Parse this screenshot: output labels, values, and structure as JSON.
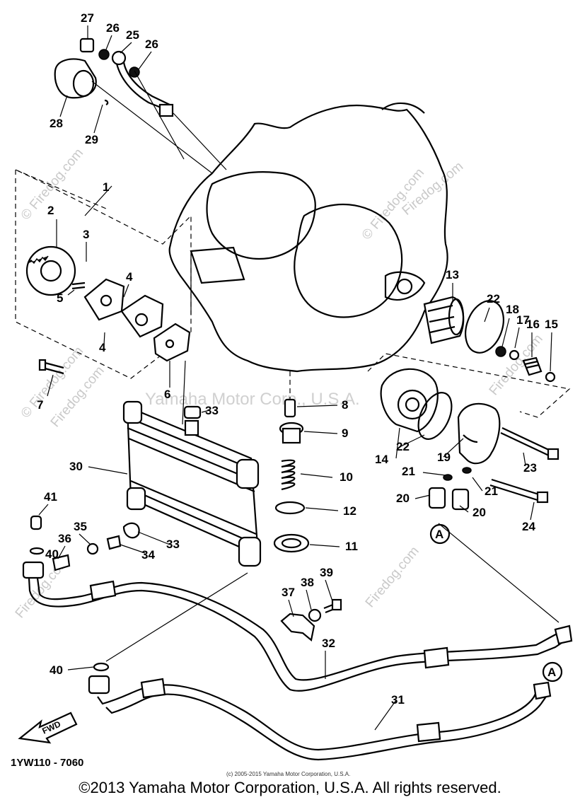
{
  "watermarks": {
    "center": "Yamaha Motor Corp., U.S.A.",
    "left_upper": "© Firedog.com",
    "left_mid": "© Firedog.com",
    "right_upper": "© Firedog.com",
    "site": "Firedog.com",
    "small_copyright": "(c) 2005-2015 Yamaha Motor Corporation, U.S.A."
  },
  "diagram": {
    "code": "1YW110 - 7060",
    "fwd_label": "FWD",
    "connector_a": "A",
    "part_numbers": [
      "1",
      "2",
      "3",
      "4",
      "4",
      "5",
      "6",
      "7",
      "8",
      "9",
      "10",
      "11",
      "12",
      "13",
      "14",
      "15",
      "16",
      "17",
      "18",
      "19",
      "20",
      "20",
      "21",
      "21",
      "22",
      "22",
      "23",
      "24",
      "25",
      "26",
      "26",
      "27",
      "28",
      "29",
      "30",
      "31",
      "32",
      "33",
      "33",
      "34",
      "35",
      "36",
      "37",
      "38",
      "39",
      "40",
      "40",
      "41"
    ]
  },
  "footer": {
    "copyright": "©2013 Yamaha Motor Corporation, U.S.A. All rights reserved."
  }
}
